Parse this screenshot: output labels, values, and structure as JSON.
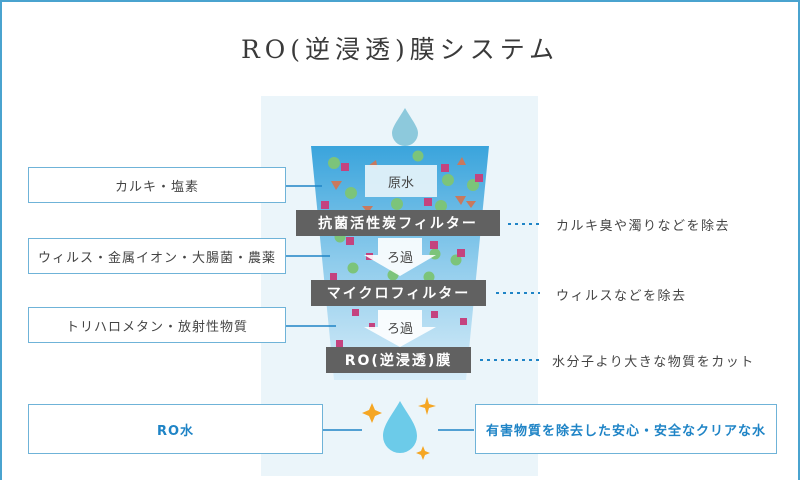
{
  "title": "RO(逆浸透)膜システム",
  "source_label": "原水",
  "flow_label": "ろ過",
  "contaminants": [
    {
      "label": "カルキ・塩素"
    },
    {
      "label": "ウィルス・金属イオン・大腸菌・農薬"
    },
    {
      "label": "トリハロメタン・放射性物質"
    }
  ],
  "filters": [
    {
      "label": "抗菌活性炭フィルター",
      "effect": "カルキ臭や濁りなどを除去"
    },
    {
      "label": "マイクロフィルター",
      "effect": "ウィルスなどを除去"
    },
    {
      "label": "RO(逆浸透)膜",
      "effect": "水分子より大きな物質をカット"
    }
  ],
  "result": {
    "label": "RO水",
    "description": "有害物質を除去した安心・安全なクリアな水"
  },
  "colors": {
    "frame": "#4aa3cf",
    "panel": "#ebf5fa",
    "filter_bg": "#616161",
    "box_border": "#6fb3d8",
    "result_text": "#1f84c6",
    "drop": "#6ccbe9",
    "sparkle": "#f5a623",
    "particle_green": "#7cc47a",
    "particle_magenta": "#c4437f",
    "particle_brown": "#c8795e"
  }
}
